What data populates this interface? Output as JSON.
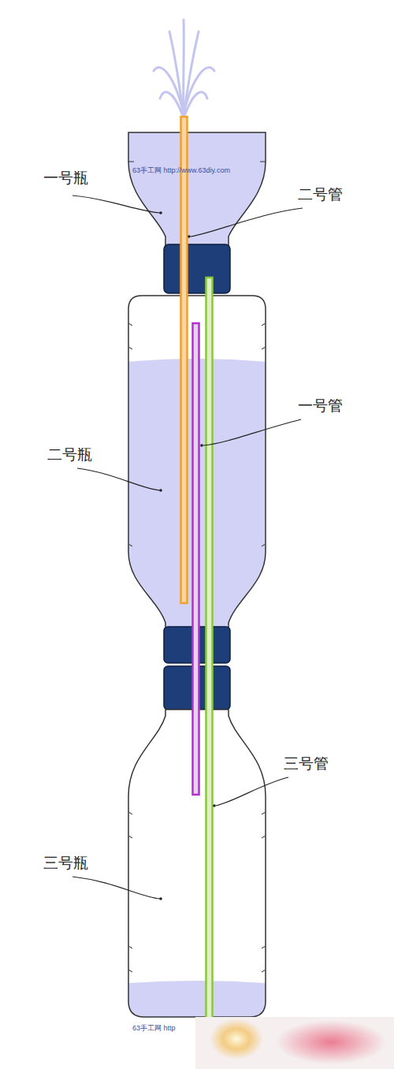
{
  "diagram": {
    "labels": [
      "一号瓶",
      "二号管",
      "一号管",
      "二号瓶",
      "三号管",
      "三号瓶",
      "63手工网 http://www.63diy.com",
      "63手工网 http"
    ]
  }
}
